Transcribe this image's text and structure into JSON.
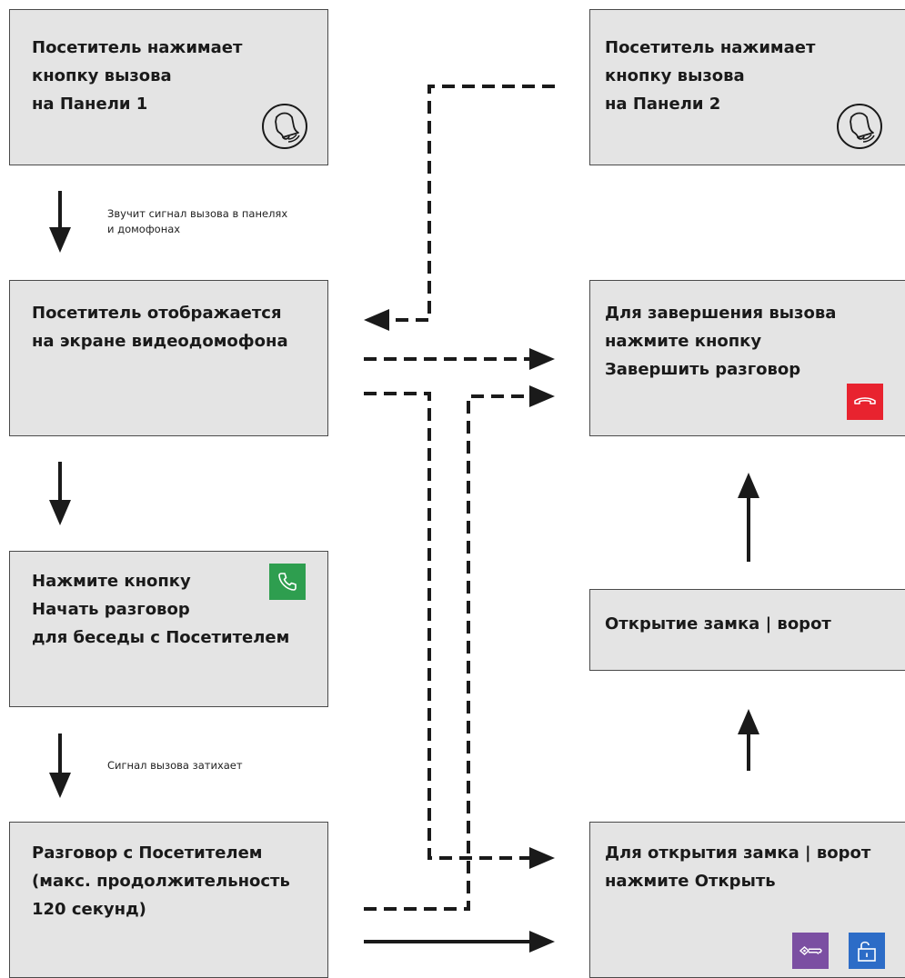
{
  "boxes": {
    "panel1": {
      "lines": [
        "Посетитель нажимает",
        "кнопку вызова",
        "на Панели 1"
      ]
    },
    "panel2": {
      "lines": [
        "Посетитель нажимает",
        "кнопку вызова",
        "на Панели 2"
      ]
    },
    "display": {
      "lines": [
        "Посетитель отображается",
        "на экране видеодомофона"
      ]
    },
    "end_call": {
      "line1": "Для завершения вызова",
      "line2": "нажмите кнопку",
      "line3_bold": "Завершить разговор"
    },
    "start_talk": {
      "line1": "Нажмите кнопку",
      "line2_bold": "Начать разговор",
      "line3": "для беседы с Посетителем"
    },
    "lock_open": {
      "line1": "Открытие замка | ворот"
    },
    "talk": {
      "lines": [
        "Разговор с Посетителем",
        "(макс. продолжительность",
        "120 секунд)"
      ]
    },
    "open_prompt": {
      "line1": "Для открытия замка | ворот",
      "line2_prefix": "нажмите ",
      "line2_bold": "Открыть"
    }
  },
  "notes": {
    "ring": [
      "Звучит сигнал вызова в панелях",
      "и домофонах"
    ],
    "fade": "Сигнал вызова затихает"
  },
  "icons": {
    "panel1_bell": "bell-in-circle-icon",
    "panel2_bell": "bell-in-circle-icon",
    "start_call": "phone-icon",
    "end_call": "hang-up-phone-icon",
    "key": "key-icon",
    "unlock": "padlock-open-icon"
  },
  "colors": {
    "box_fill": "#e4e4e4",
    "box_border": "#4a4a4a",
    "start_green": "#2e9e4f",
    "end_red": "#e8232f",
    "key_purple": "#7b4fa2",
    "unlock_blue": "#2c6cc7",
    "arrow": "#1a1a1a"
  }
}
